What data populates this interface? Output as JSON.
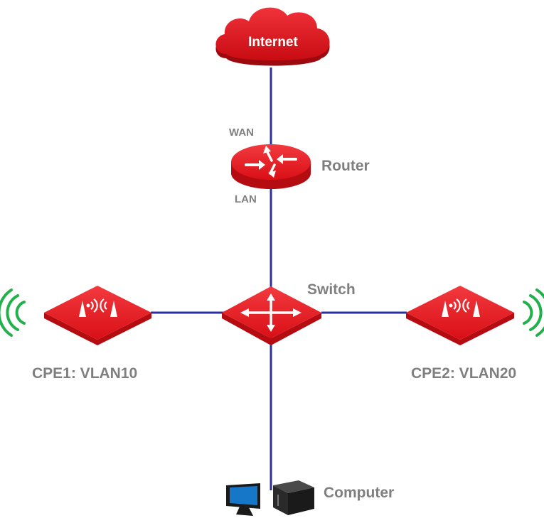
{
  "nodes": {
    "internet": {
      "label": "Internet"
    },
    "router": {
      "label": "Router",
      "wan_port": "WAN",
      "lan_port": "LAN"
    },
    "switch": {
      "label": "Switch"
    },
    "cpe1": {
      "label": "CPE1: VLAN10"
    },
    "cpe2": {
      "label": "CPE2: VLAN20"
    },
    "computer": {
      "label": "Computer"
    }
  },
  "colors": {
    "device_red": "#e8101a",
    "device_red_dark": "#b50c12",
    "link_blue": "#2b2fa0",
    "wireless_green": "#21b04b",
    "label_gray": "#7f7f7f"
  },
  "icons": {
    "internet": "cloud-icon",
    "router": "router-icon",
    "switch": "switch-icon",
    "cpe": "cpe-antenna-icon",
    "computer": "desktop-computer-icon"
  }
}
